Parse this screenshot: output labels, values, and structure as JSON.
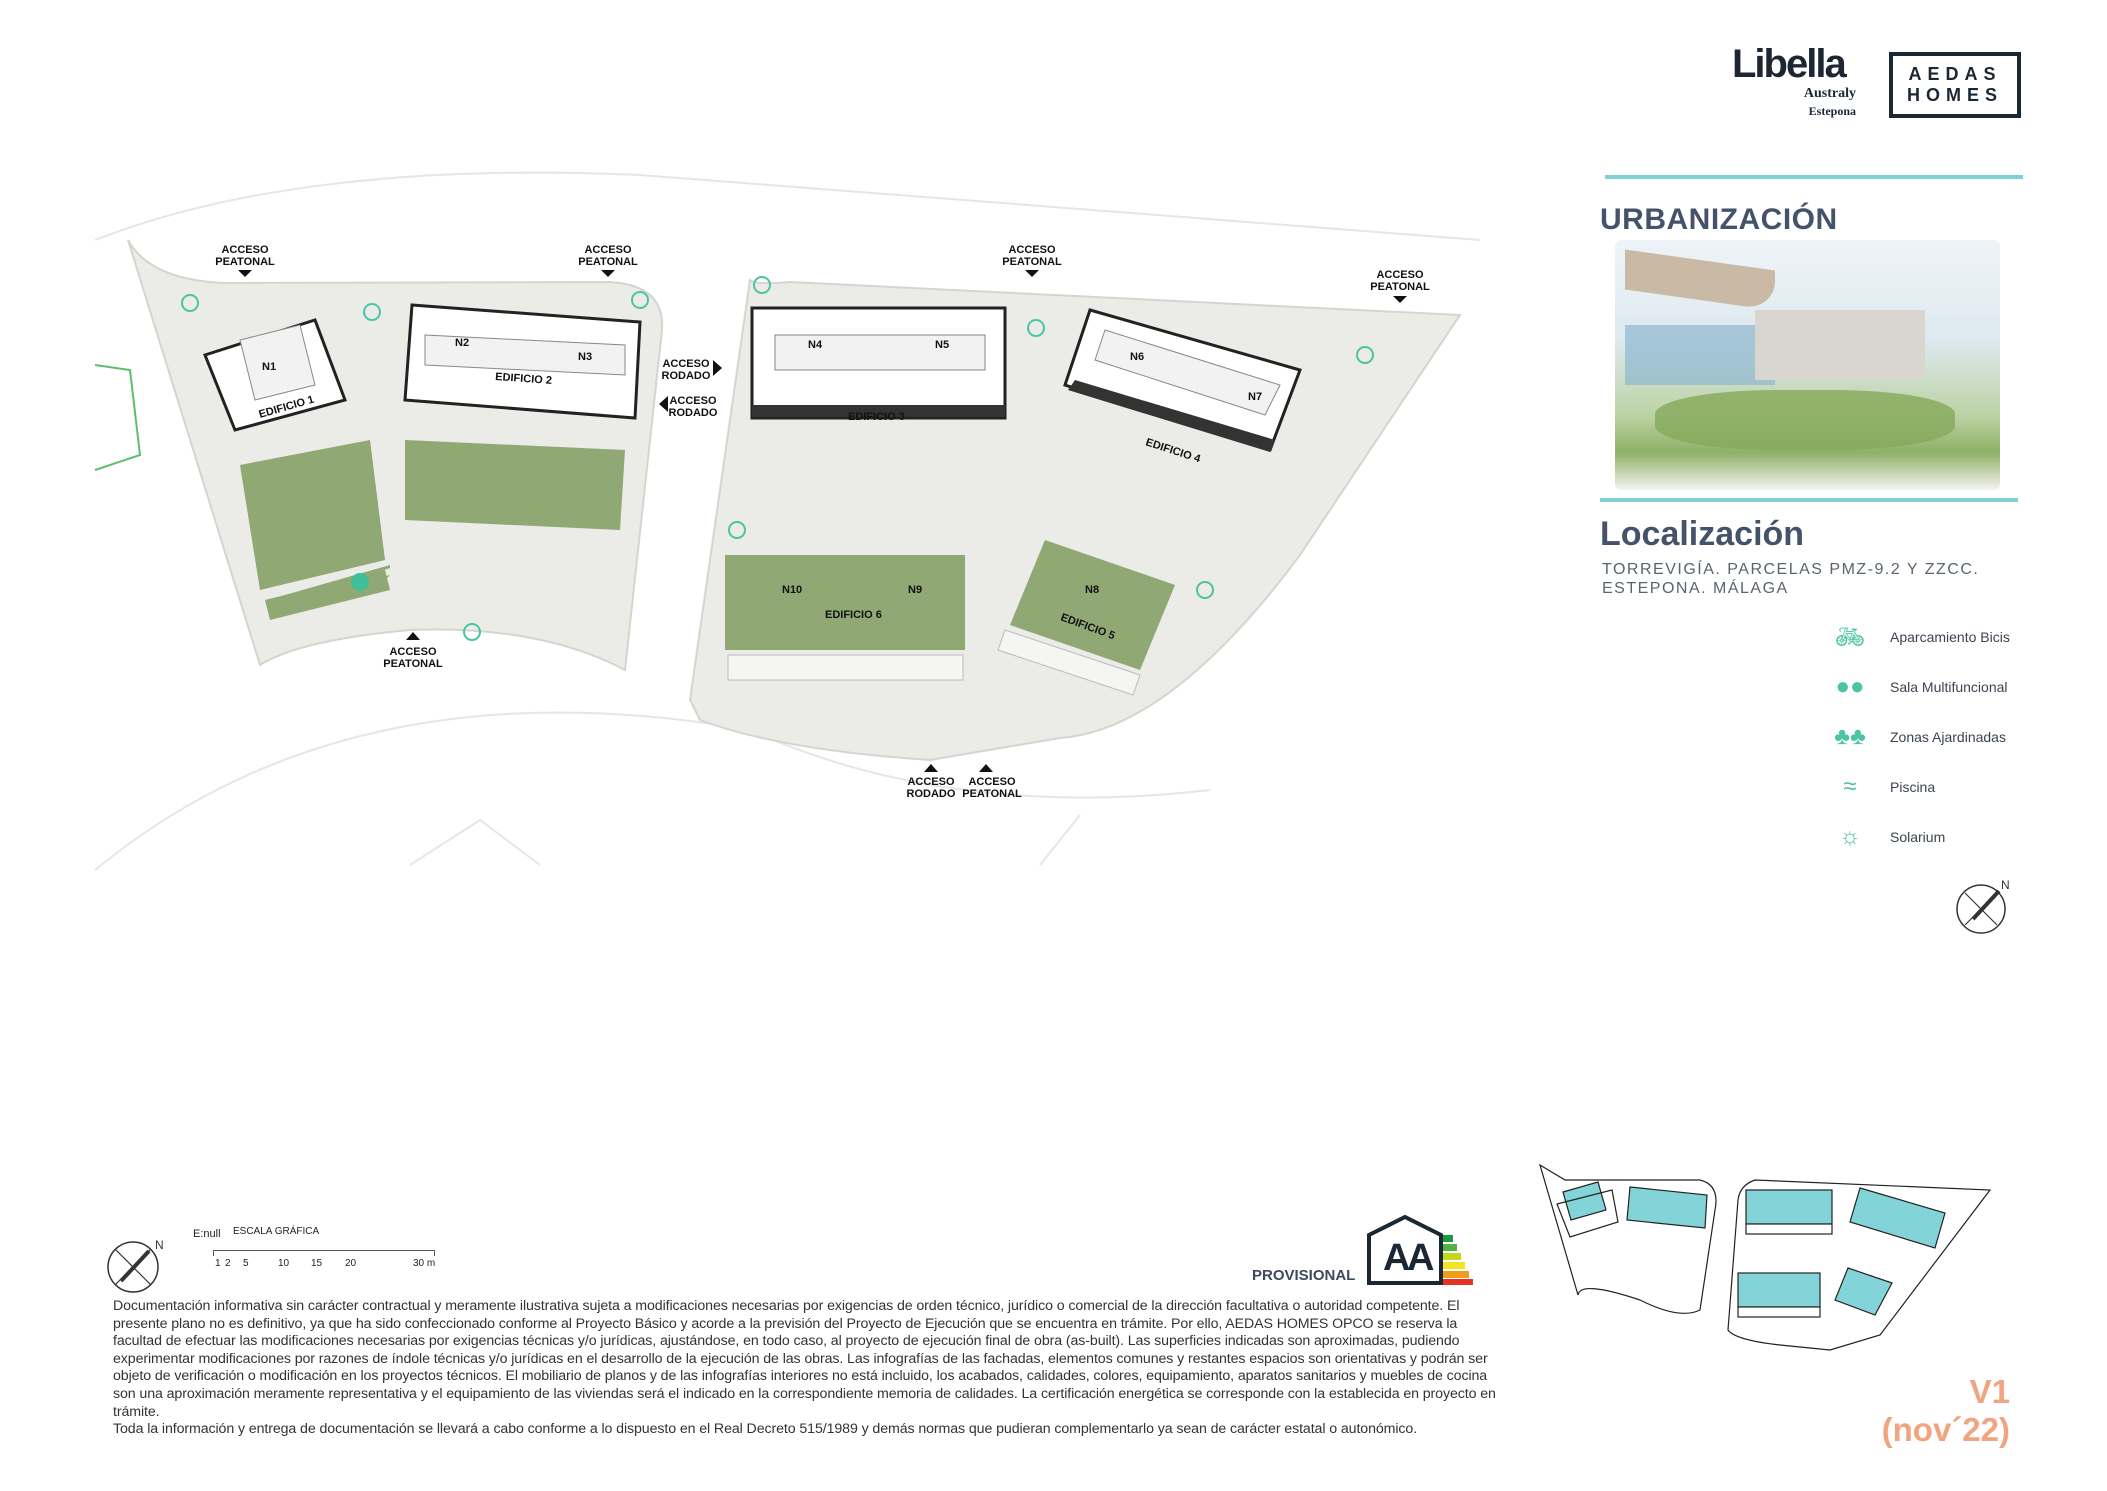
{
  "brand": {
    "project_name": "Libella",
    "project_sub1": "Australy",
    "project_sub2": "Estepona",
    "developer_line1": "AEDAS",
    "developer_line2": "HOMES"
  },
  "panel": {
    "section_title": "URBANIZACIÓN",
    "location_title": "Localización",
    "address_line1": "TORREVIGÍA. PARCELAS PMZ-9.2 Y ZZCC.",
    "address_line2": "ESTEPONA. MÁLAGA",
    "legend": [
      {
        "icon": "bicycle-parking-icon",
        "label": "Aparcamiento Bicis"
      },
      {
        "icon": "people-group-icon",
        "label": "Sala Multifuncional"
      },
      {
        "icon": "trees-icon",
        "label": "Zonas Ajardinadas"
      },
      {
        "icon": "swimmer-icon",
        "label": "Piscina"
      },
      {
        "icon": "sun-lounger-icon",
        "label": "Solarium"
      }
    ],
    "north_label": "N"
  },
  "plan": {
    "buildings": [
      "EDIFICIO 1",
      "EDIFICIO 2",
      "EDIFICIO 3",
      "EDIFICIO 4",
      "EDIFICIO 5",
      "EDIFICIO 6"
    ],
    "cores": [
      "N1",
      "N2",
      "N3",
      "N4",
      "N5",
      "N6",
      "N7",
      "N8",
      "N9",
      "N10"
    ],
    "access_peatonal": "ACCESO",
    "access_peatonal_2": "PEATONAL",
    "access_rodado": "ACCESO",
    "access_rodado_2": "RODADO"
  },
  "footer": {
    "north_label": "N",
    "scale_prefix": "E:null",
    "scale_title": "ESCALA GRÁFICA",
    "scale_ticks": [
      "1",
      "2",
      "5",
      "10",
      "15",
      "20",
      "30 m"
    ],
    "energy_status": "PROVISIONAL",
    "energy_rating": "A",
    "legal_paragraph1": "Documentación informativa sin carácter contractual y meramente ilustrativa sujeta a modificaciones necesarias por exigencias de orden técnico, jurídico o comercial de la dirección facultativa o autoridad competente. El presente plano no es definitivo, ya que ha sido  confeccionado conforme al Proyecto Básico y acorde a la previsión del Proyecto de Ejecución que se encuentra en trámite. Por ello, AEDAS HOMES OPCO se reserva la facultad de efectuar las modificaciones necesarias por exigencias técnicas y/o jurídicas, ajustándose, en todo caso, al proyecto de ejecución final de obra (as-built). Las superficies indicadas son aproximadas, pudiendo experimentar modificaciones por razones de índole técnicas y/o jurídicas en el desarrollo de la ejecución de las obras. Las infografías de las fachadas, elementos comunes y restantes espacios son orientativas y podrán ser objeto de verificación o modificación en los proyectos técnicos. El mobiliario de planos y de las infografías interiores no está incluido, los acabados, calidades, colores, equipamiento, aparatos sanitarios y muebles de cocina son una aproximación meramente representativa y el equipamiento de las viviendas será el indicado en la correspondiente memoria de calidades. La certificación energética se corresponde con la establecida en proyecto en trámite.",
    "legal_paragraph2": "Toda la información y entrega de documentación se llevará a cabo conforme a lo dispuesto en el Real Decreto 515/1989 y demás normas que pudieran complementarlo ya sean de carácter estatal o autonómico.",
    "version": "V1",
    "date": "(nov´22)"
  },
  "colors": {
    "accent": "#7fd0d3",
    "heading": "#45536a",
    "version": "#f0a47f",
    "lawn": "#8fa874",
    "icon": "#4cc3a4"
  }
}
